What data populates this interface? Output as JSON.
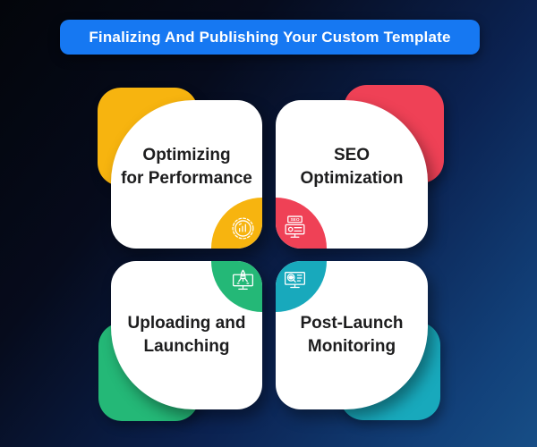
{
  "header": {
    "title": "Finalizing And Publishing Your Custom Template",
    "bg_color": "#1678f2",
    "text_color": "#ffffff"
  },
  "background": {
    "gradient_start": "#03050a",
    "gradient_end": "#174e86"
  },
  "cards": [
    {
      "id": "optimizing-for-performance",
      "lines": [
        "Optimizing",
        "for Performance"
      ],
      "accent": "#f7b40f",
      "icon": "performance-gauge-icon",
      "accent_corner": "top-left",
      "icon_corner": "bottom-right"
    },
    {
      "id": "seo-optimization",
      "lines": [
        "SEO",
        "Optimization"
      ],
      "accent": "#ef4156",
      "icon": "seo-monitor-icon",
      "icon_label": "SEO",
      "accent_corner": "top-right",
      "icon_corner": "bottom-left"
    },
    {
      "id": "uploading-and-launching",
      "lines": [
        "Uploading and",
        "Launching"
      ],
      "accent": "#24b877",
      "icon": "rocket-launch-monitor-icon",
      "accent_corner": "bottom-left",
      "icon_corner": "top-right"
    },
    {
      "id": "post-launch-monitoring",
      "lines": [
        "Post-Launch",
        "Monitoring"
      ],
      "accent": "#18a9bc",
      "icon": "monitoring-analytics-icon",
      "accent_corner": "bottom-right",
      "icon_corner": "top-left"
    }
  ],
  "card_text_color": "#1d1d1e"
}
